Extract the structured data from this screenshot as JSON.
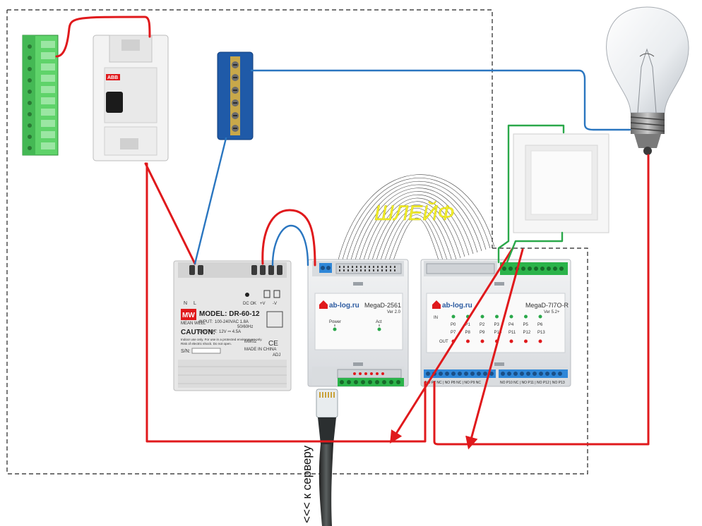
{
  "labels": {
    "ribbon_cable": "ШЛЕЙФ",
    "to_server": "<<< к серверу"
  },
  "breaker": {
    "brand": "ABB"
  },
  "power_supply": {
    "brand_logo": "MW",
    "brand_name": "MEAN WELL",
    "model": "MODEL: DR-60-12",
    "input_label": "INPUT:",
    "input_value": "100-240VAC  1.8A",
    "input_freq": "50/60Hz",
    "output_label": "OUTPUT:",
    "output_value": "12V ⎓  4.5A",
    "caution_title": "CAUTION:",
    "caution_line1": "Indoor use only. For use in a protected environment only.",
    "caution_line2": "Risk of electric shock. Do not open.",
    "serial_label": "S/N:",
    "made_in": "MADE IN CHINA",
    "model_code": "MW02",
    "adj": "ADJ",
    "dc_ok": "DC OK",
    "term_plus": "+V",
    "term_minus": "-V",
    "term_n": "N",
    "term_l": "L",
    "ce": "CE"
  },
  "megad_2561": {
    "logo": "ab-log.ru",
    "model": "MegaD-2561",
    "version": "Ver 2.0",
    "led_power": "Power",
    "led_act": "Act"
  },
  "megad_7i7o": {
    "logo": "ab-log.ru",
    "model": "MegaD-7I7O-R",
    "version": "Ver 5.2+",
    "in_label": "IN",
    "out_label": "OUT",
    "inputs": [
      "P0",
      "P1",
      "P2",
      "P3",
      "P4",
      "P5",
      "P6"
    ],
    "outputs": [
      "P7",
      "P8",
      "P9",
      "P10",
      "P11",
      "P12",
      "P13"
    ],
    "terminals_left": "NO P7  NC | NO  P8  NC | NO  P9  NC",
    "terminals_right": "NO  P10  NC | NO  P11 | NO  P12 | NO  P13"
  },
  "colors": {
    "phase_wire": "#e0191c",
    "neutral_wire": "#2a76c0",
    "switch_wire": "#2aa84a",
    "ribbon_label": "#f2ee2c",
    "module_body": "#e4e6e9",
    "terminal_green": "#2bb34a",
    "terminal_blue": "#2f87d8",
    "din_rail_dash": "#222222"
  }
}
